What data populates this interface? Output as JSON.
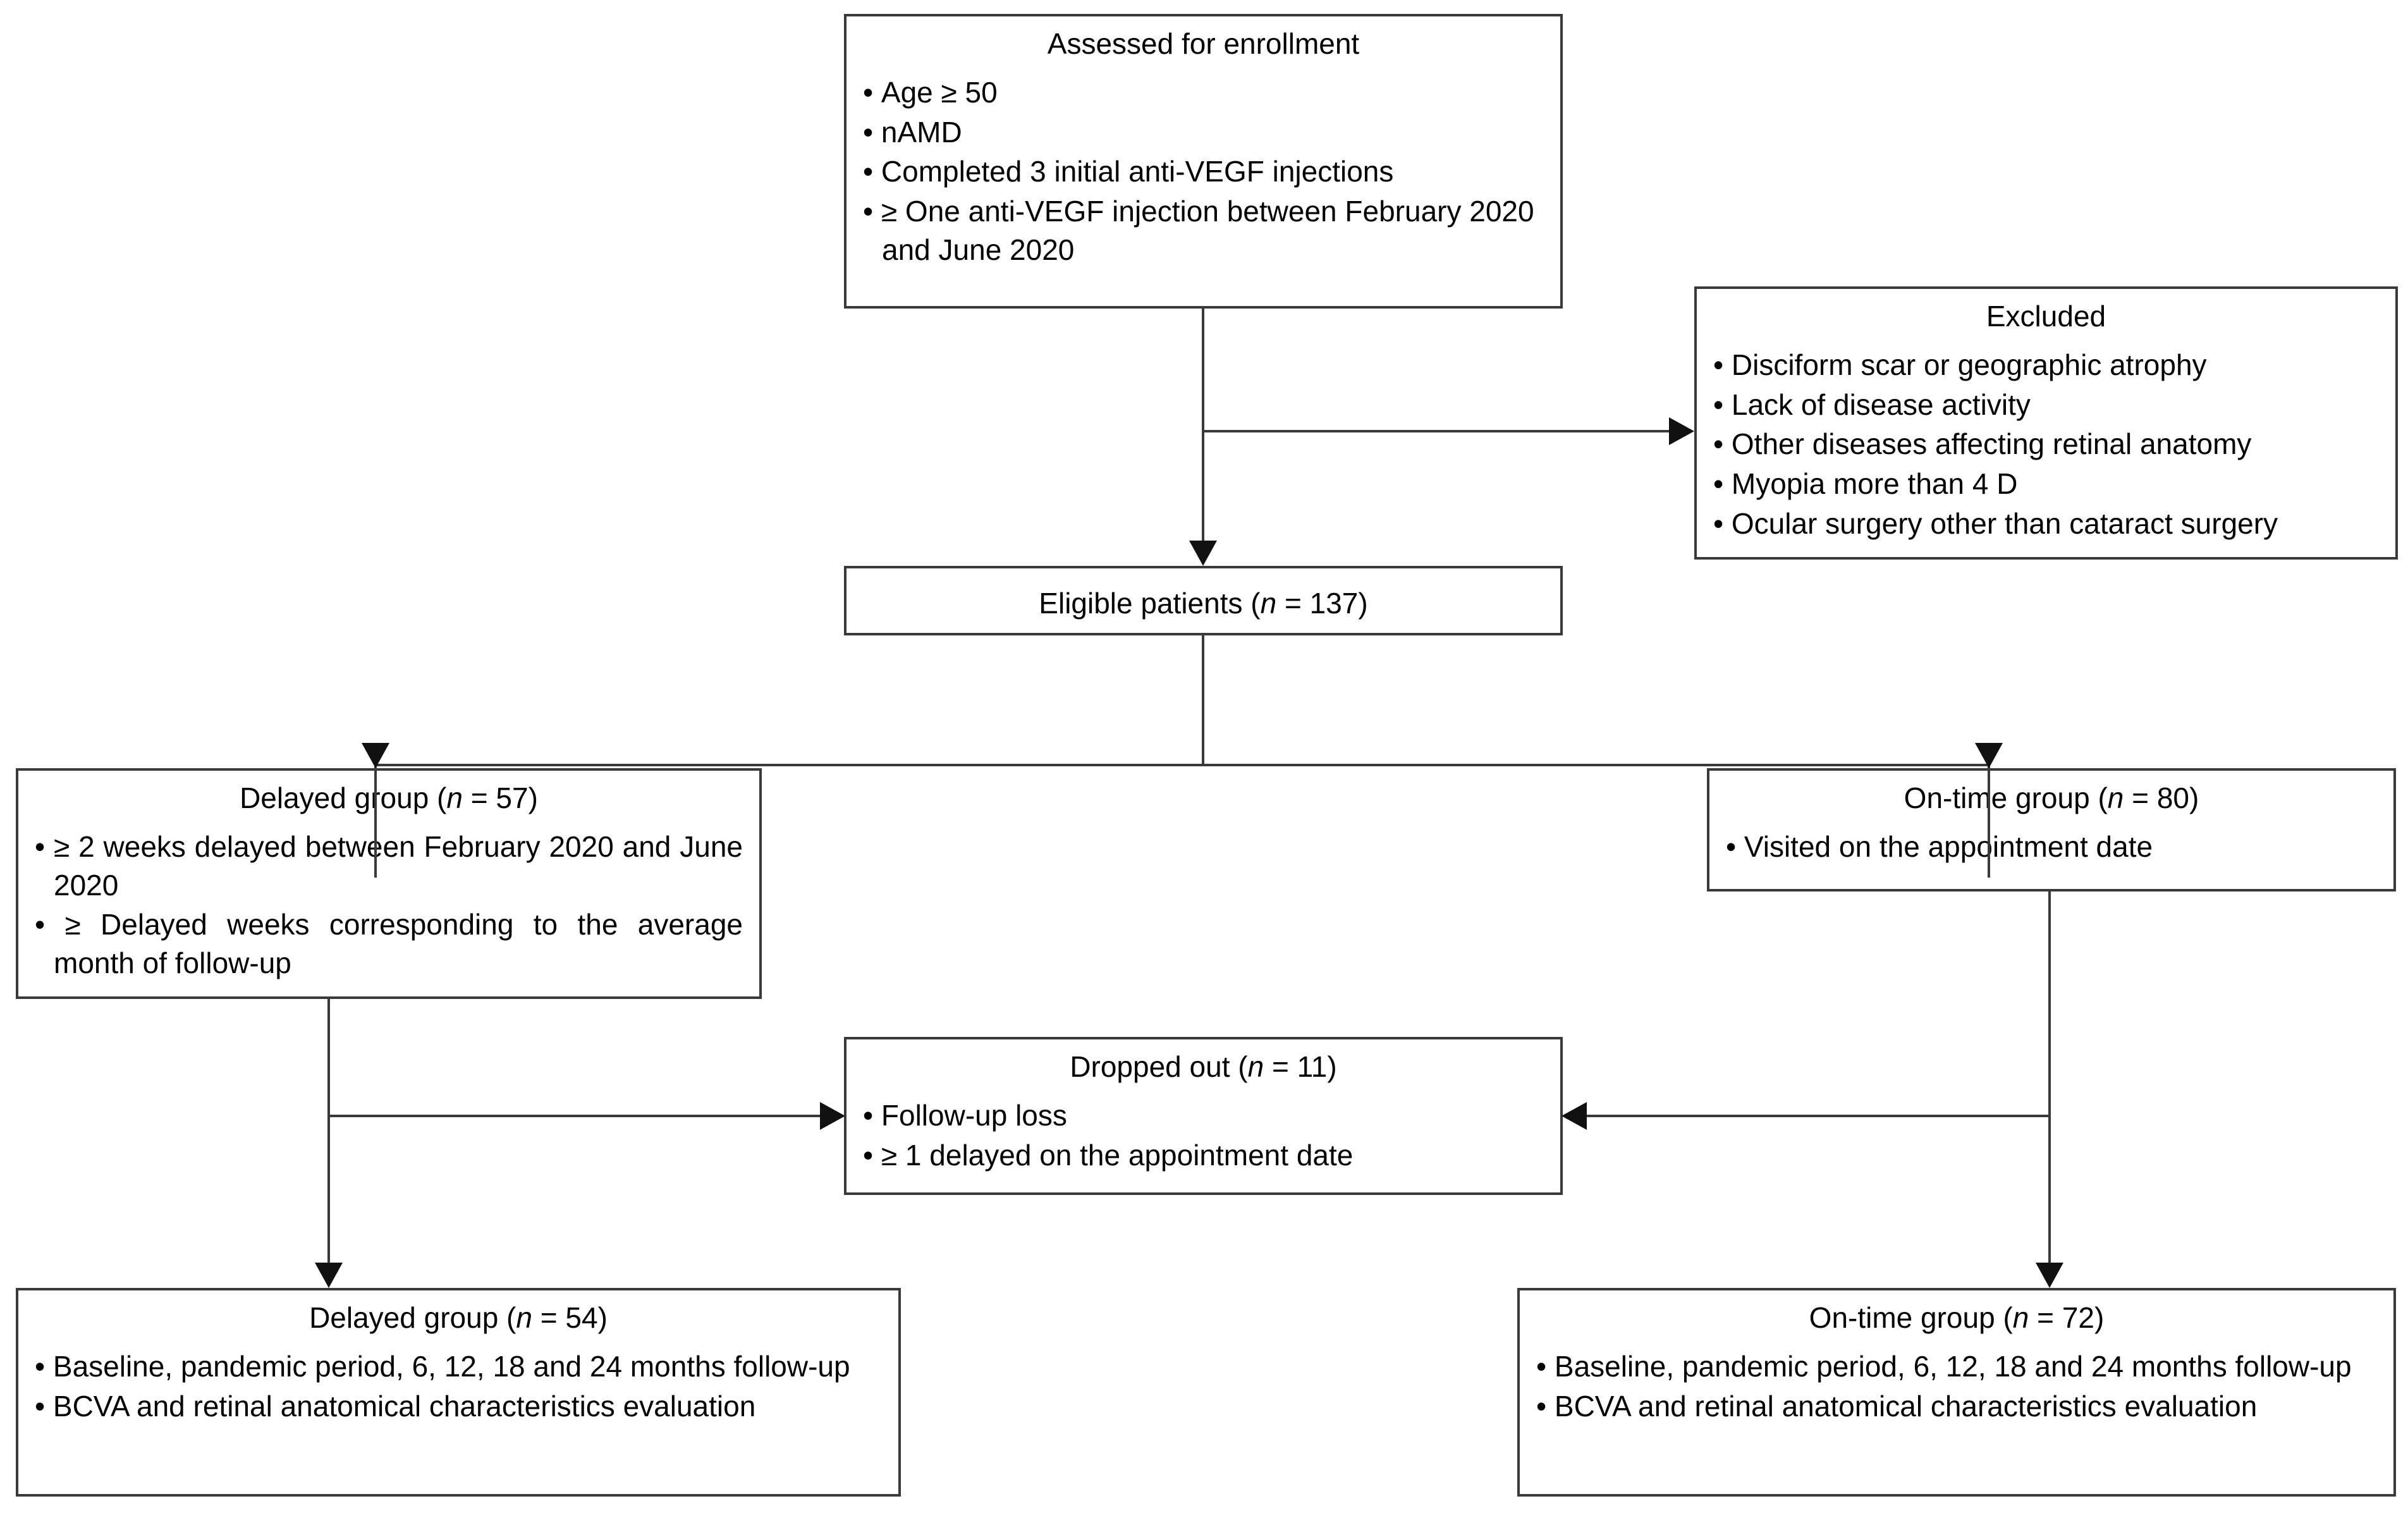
{
  "diagram": {
    "type": "study-flowchart",
    "title": "Patient enrollment and follow-up flow"
  },
  "nodes": {
    "assessed": {
      "title": "Assessed for enrollment",
      "bullets": [
        "Age ≥ 50",
        "nAMD",
        "Completed 3 initial anti-VEGF injections",
        "≥ One anti-VEGF injection between February 2020 and June 2020"
      ]
    },
    "excluded": {
      "title": "Excluded",
      "bullets": [
        "Disciform scar or geographic atrophy",
        "Lack of disease activity",
        "Other diseases affecting retinal anatomy",
        "Myopia more than 4 D",
        "Ocular surgery other than cataract surgery"
      ]
    },
    "eligible": {
      "title_prefix": "Eligible patients (",
      "title_italic": "n",
      "title_suffix": " = 137)",
      "n": 137,
      "bullets": []
    },
    "delayed_group": {
      "title_prefix": "Delayed group (",
      "title_italic": "n",
      "title_suffix": " = 57)",
      "n": 57,
      "bullets": [
        "≥ 2 weeks delayed between February 2020 and June 2020",
        "≥ Delayed weeks corresponding to the average month of follow-up"
      ]
    },
    "ontime_group": {
      "title_prefix": "On-time group (",
      "title_italic": "n",
      "title_suffix": " = 80)",
      "n": 80,
      "bullets": [
        "Visited on the appointment date"
      ]
    },
    "dropped_out": {
      "title_prefix": "Dropped out (",
      "title_italic": "n",
      "title_suffix": " = 11)",
      "n": 11,
      "bullets": [
        "Follow-up loss",
        "≥ 1 delayed on the appointment date"
      ]
    },
    "delayed_final": {
      "title_prefix": "Delayed group (",
      "title_italic": "n",
      "title_suffix": " = 54)",
      "n": 54,
      "bullets": [
        "Baseline, pandemic period, 6, 12, 18 and 24 months follow-up",
        "BCVA and retinal anatomical characteristics evaluation"
      ]
    },
    "ontime_final": {
      "title_prefix": "On-time group (",
      "title_italic": "n",
      "title_suffix": " = 72)",
      "n": 72,
      "bullets": [
        "Baseline, pandemic period, 6, 12, 18 and 24 months follow-up",
        "BCVA and retinal anatomical characteristics evaluation"
      ]
    }
  },
  "colors": {
    "stroke": "#3a3a3a",
    "arrow": "#111111",
    "background": "#ffffff",
    "text": "#000000"
  }
}
